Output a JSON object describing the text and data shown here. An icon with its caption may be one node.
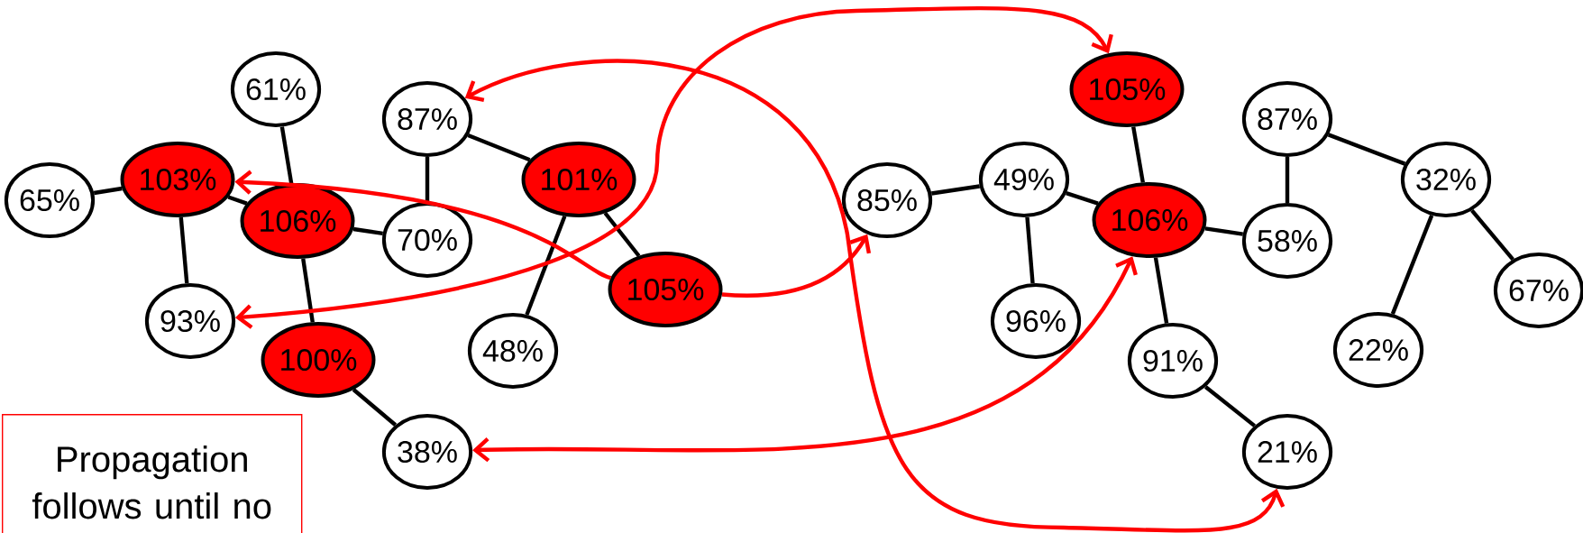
{
  "diagram": {
    "nodes": [
      {
        "text": [
          "61%"
        ]
      },
      {
        "text": [
          "87%"
        ]
      },
      {
        "text": [
          "65%"
        ]
      },
      {
        "text": [
          "103%"
        ]
      },
      {
        "text": [
          "106%"
        ]
      },
      {
        "text": [
          "70%"
        ]
      },
      {
        "text": [
          "101%"
        ]
      },
      {
        "text": [
          "93%"
        ]
      },
      {
        "text": [
          "105%"
        ]
      },
      {
        "text": [
          "100%"
        ]
      },
      {
        "text": [
          "48%"
        ]
      },
      {
        "text": [
          "38%"
        ]
      },
      {
        "text": [
          "105%"
        ]
      },
      {
        "text": [
          "87%"
        ]
      },
      {
        "text": [
          "85%"
        ]
      },
      {
        "text": [
          "49%"
        ]
      },
      {
        "text": [
          "106%"
        ]
      },
      {
        "text": [
          "32%"
        ]
      },
      {
        "text": [
          "58%"
        ]
      },
      {
        "text": [
          "96%"
        ]
      },
      {
        "text": [
          "91%"
        ]
      },
      {
        "text": [
          "67%"
        ]
      },
      {
        "text": [
          "22%"
        ]
      },
      {
        "text": [
          "21%"
        ]
      },
      {
        "text": [
          "Propagation follows until no"
        ]
      }
    ],
    "edges": [
      {
        "from": 2,
        "to": 3,
        "arrow": "none"
      },
      {
        "from": 3,
        "to": 7,
        "arrow": "none"
      },
      {
        "from": 3,
        "to": 4,
        "arrow": "none"
      },
      {
        "from": 0,
        "to": 4,
        "arrow": "none"
      },
      {
        "from": 4,
        "to": 5,
        "arrow": "none"
      },
      {
        "from": 4,
        "to": 9,
        "arrow": "none"
      },
      {
        "from": 9,
        "to": 11,
        "arrow": "none"
      },
      {
        "from": 1,
        "to": 5,
        "arrow": "none"
      },
      {
        "from": 1,
        "to": 6,
        "arrow": "none"
      },
      {
        "from": 6,
        "to": 8,
        "arrow": "none"
      },
      {
        "from": 6,
        "to": 10,
        "arrow": "none"
      },
      {
        "from": 14,
        "to": 15,
        "arrow": "none"
      },
      {
        "from": 15,
        "to": 16,
        "arrow": "none"
      },
      {
        "from": 15,
        "to": 19,
        "arrow": "none"
      },
      {
        "from": 12,
        "to": 16,
        "arrow": "none"
      },
      {
        "from": 16,
        "to": 18,
        "arrow": "none"
      },
      {
        "from": 16,
        "to": 20,
        "arrow": "none"
      },
      {
        "from": 20,
        "to": 23,
        "arrow": "none"
      },
      {
        "from": 13,
        "to": 18,
        "arrow": "none"
      },
      {
        "from": 13,
        "to": 17,
        "arrow": "none"
      },
      {
        "from": 17,
        "to": 22,
        "arrow": "none"
      },
      {
        "from": 17,
        "to": 21,
        "arrow": "none"
      },
      {
        "from": 8,
        "to": 3,
        "arrow": "to",
        "color": "#ff0000"
      },
      {
        "from": 8,
        "to": 14,
        "arrow": "to",
        "color": "#ff0000"
      },
      {
        "from": 11,
        "to": 16,
        "arrow": "both",
        "color": "#ff0000"
      },
      {
        "from": 7,
        "to": 12,
        "arrow": "both",
        "color": "#ff0000"
      },
      {
        "from": 1,
        "to": 23,
        "arrow": "both",
        "color": "#ff0000"
      }
    ]
  }
}
